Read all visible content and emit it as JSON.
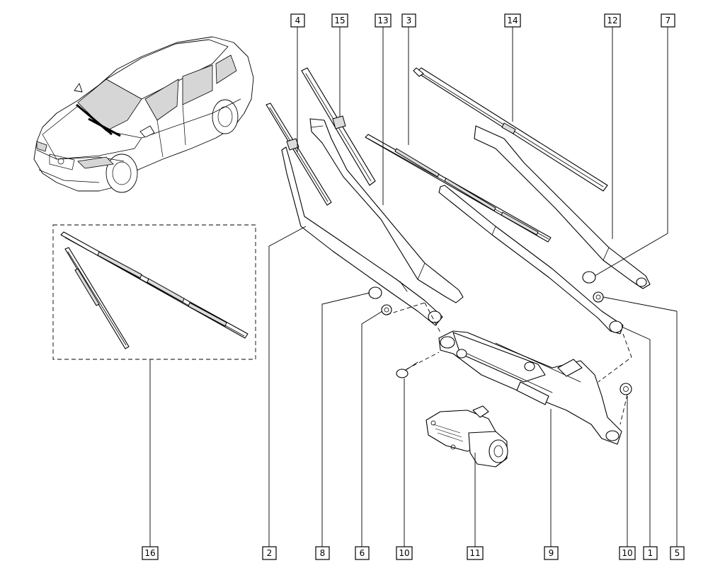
{
  "callouts": [
    {
      "id": "c1",
      "label": "1"
    },
    {
      "id": "c2",
      "label": "2"
    },
    {
      "id": "c3",
      "label": "3"
    },
    {
      "id": "c4",
      "label": "4"
    },
    {
      "id": "c5",
      "label": "5"
    },
    {
      "id": "c6",
      "label": "6"
    },
    {
      "id": "c7",
      "label": "7"
    },
    {
      "id": "c8",
      "label": "8"
    },
    {
      "id": "c9",
      "label": "9"
    },
    {
      "id": "c10a",
      "label": "10"
    },
    {
      "id": "c10b",
      "label": "10"
    },
    {
      "id": "c11",
      "label": "11"
    },
    {
      "id": "c12",
      "label": "12"
    },
    {
      "id": "c13",
      "label": "13"
    },
    {
      "id": "c14",
      "label": "14"
    },
    {
      "id": "c15",
      "label": "15"
    },
    {
      "id": "c16",
      "label": "16"
    }
  ]
}
